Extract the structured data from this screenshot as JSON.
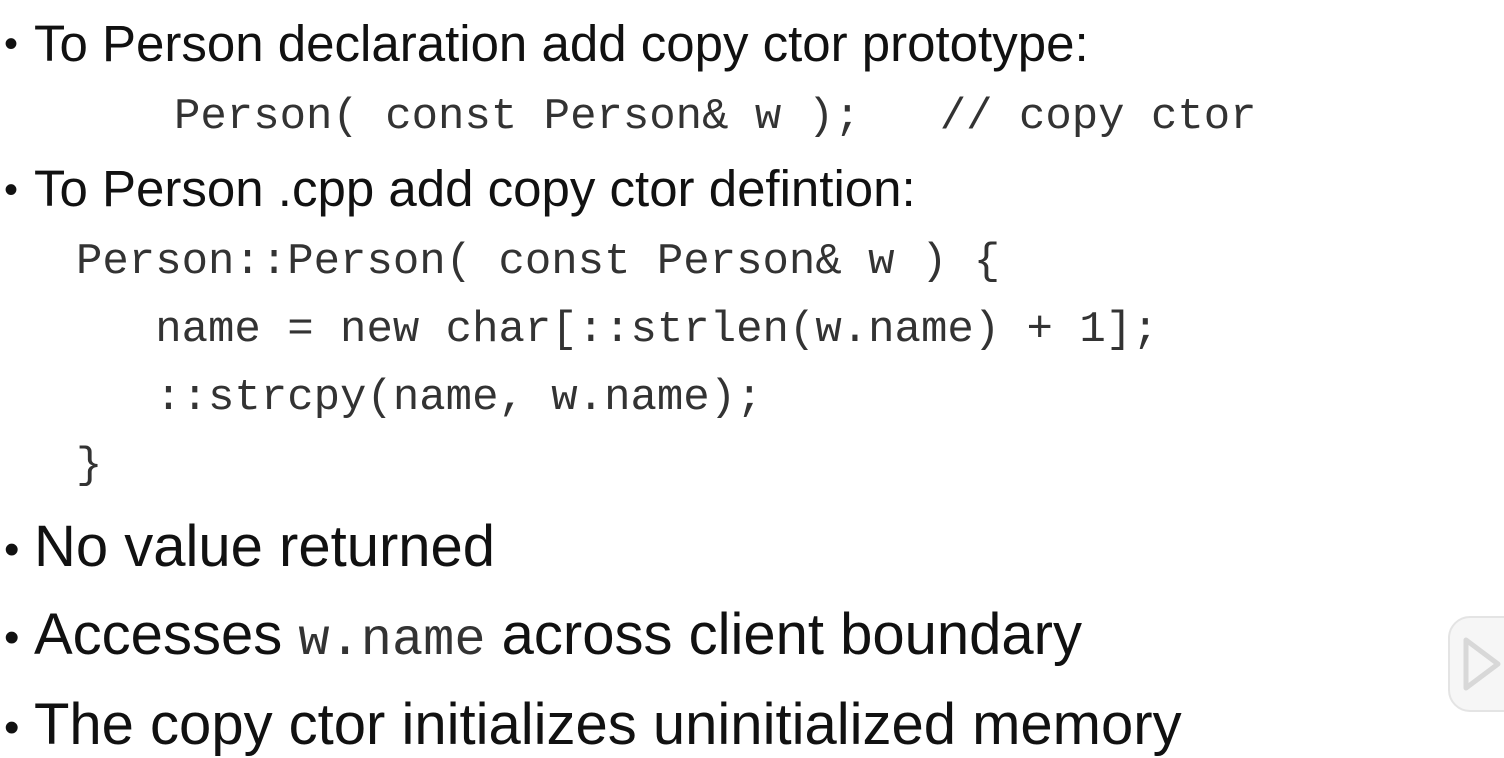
{
  "bullets": [
    {
      "text": "To Person declaration add copy ctor prototype:"
    },
    {
      "text": "To Person .cpp add copy ctor defintion:"
    },
    {
      "text": "No value returned"
    },
    {
      "before": "Accesses ",
      "code": "w.name",
      "after": " across client boundary"
    },
    {
      "text": "The copy ctor initializes uninitialized memory"
    }
  ],
  "prototype_code": "Person( const Person& w );   // copy ctor",
  "definition_code": [
    "Person::Person( const Person& w ) {",
    "   name = new char[::strlen(w.name) + 1];",
    "   ::strcpy(name, w.name);",
    "}"
  ],
  "bullet_symbol": "•",
  "overlay": {
    "icon": "video-player-icon"
  },
  "colors": {
    "background": "#ffffff",
    "text": "#111111",
    "code": "#333333"
  }
}
